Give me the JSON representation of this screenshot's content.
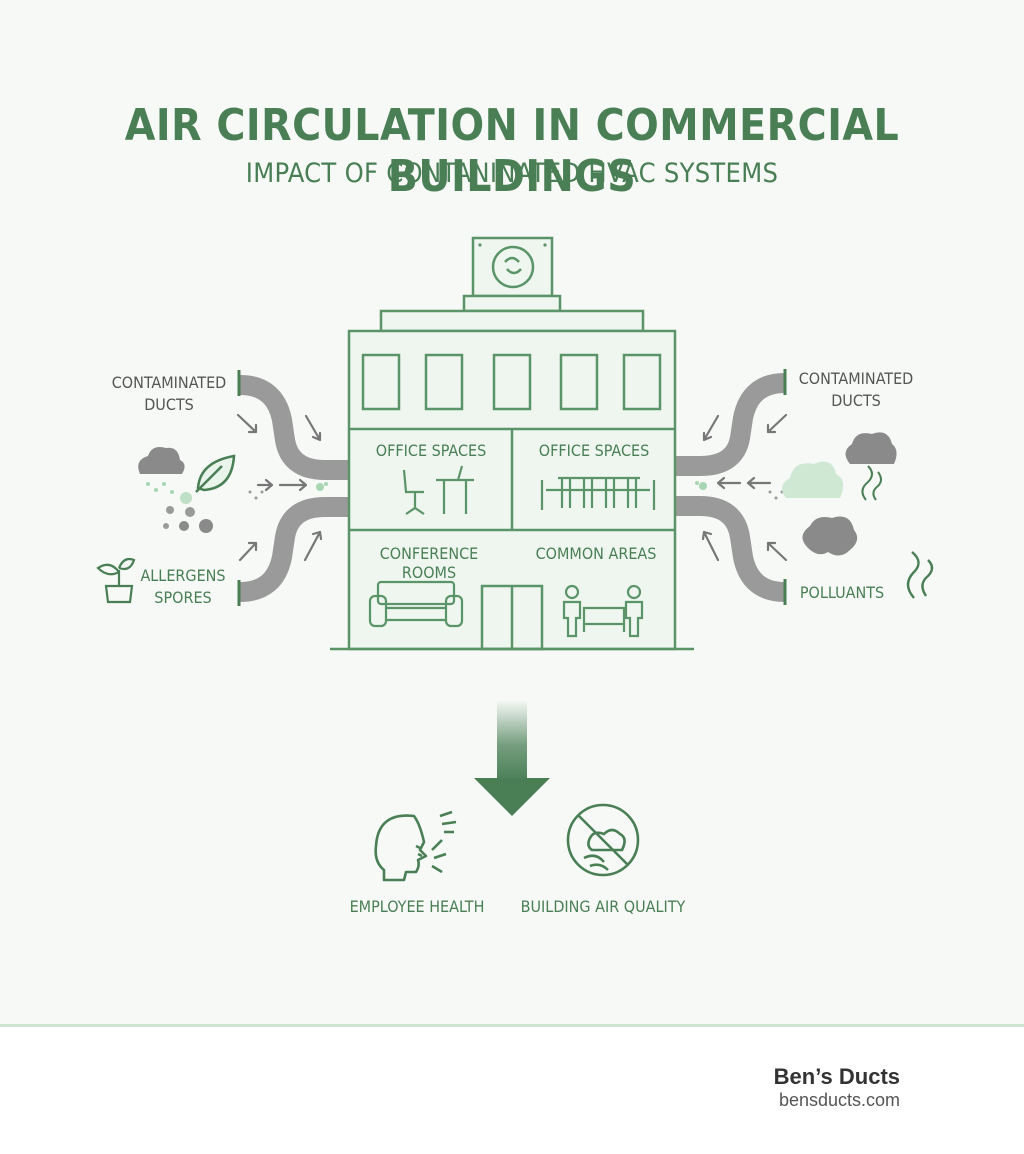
{
  "header": {
    "title": "AIR CIRCULATION IN COMMERCIAL BUILDINGS",
    "subtitle": "IMPACT OF CONTANINATED HVAC SYSTEMS"
  },
  "left": {
    "ducts_label_line1": "CONTAMINATED",
    "ducts_label_line2": "DUCTS",
    "allergens_line1": "ALLERGENS",
    "allergens_line2": "SPORES"
  },
  "right": {
    "ducts_label_line1": "CONTAMINATED",
    "ducts_label_line2": "DUCTS",
    "pollutants": "POLLUANTS"
  },
  "building": {
    "room_office_left": "OFFICE SPACES",
    "room_office_right": "OFFICE SPACES",
    "room_conference": "CONFERENCE ROOMS",
    "room_common": "COMMON AREAS"
  },
  "impacts": {
    "employee_health": "EMPLOYEE HEALTH",
    "air_quality": "BUILDING AIR QUALITY"
  },
  "brand": {
    "name": "Ben’s Ducts",
    "url": "bensducts.com"
  },
  "colors": {
    "green": "#4a7f56",
    "light_green": "#bfe0c6",
    "duct_gray": "#9a9a9a",
    "background": "#f6f9f6"
  }
}
